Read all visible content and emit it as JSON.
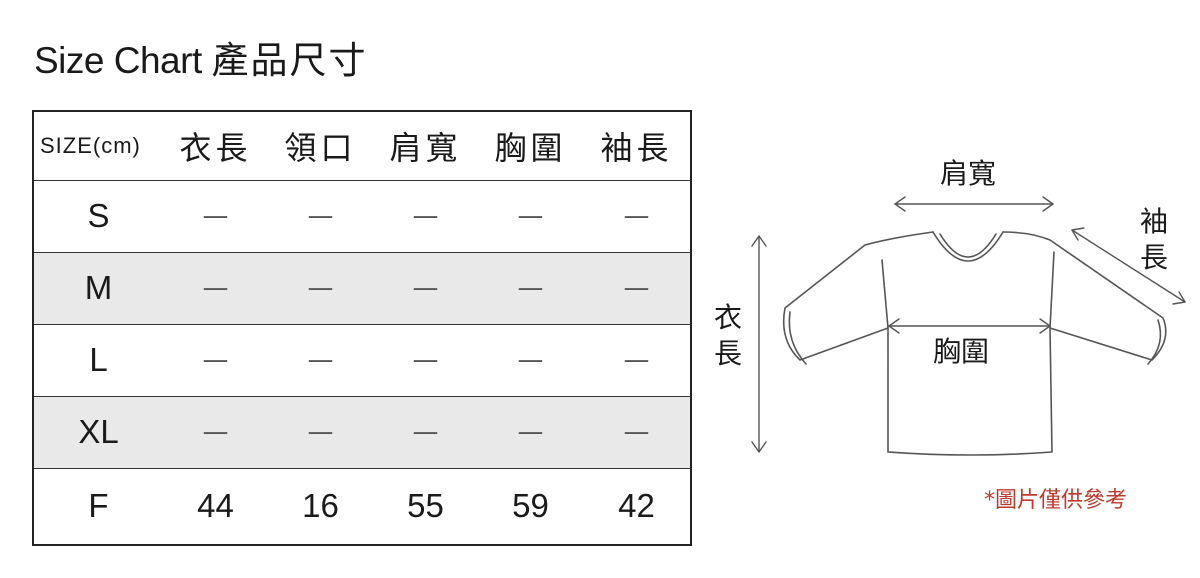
{
  "title": {
    "en": "Size Chart",
    "zh": "產品尺寸"
  },
  "table": {
    "headers": [
      "SIZE(cm)",
      "衣長",
      "領口",
      "肩寬",
      "胸圍",
      "袖長"
    ],
    "rows": [
      {
        "size": "S",
        "values": [
          "—",
          "—",
          "—",
          "—",
          "—"
        ],
        "shaded": false
      },
      {
        "size": "M",
        "values": [
          "—",
          "—",
          "—",
          "—",
          "—"
        ],
        "shaded": true
      },
      {
        "size": "L",
        "values": [
          "—",
          "—",
          "—",
          "—",
          "—"
        ],
        "shaded": false
      },
      {
        "size": "XL",
        "values": [
          "—",
          "—",
          "—",
          "—",
          "—"
        ],
        "shaded": true
      },
      {
        "size": "F",
        "values": [
          "44",
          "16",
          "55",
          "59",
          "42"
        ],
        "shaded": false
      }
    ]
  },
  "diagram": {
    "shoulder_label": "肩寬",
    "sleeve_label_line1": "袖",
    "sleeve_label_line2": "長",
    "length_label_line1": "衣",
    "length_label_line2": "長",
    "chest_label": "胸圍"
  },
  "note": "*圖片僅供參考",
  "colors": {
    "note": "#c0392b",
    "shade": "#e9e9e9",
    "line": "#333333"
  }
}
